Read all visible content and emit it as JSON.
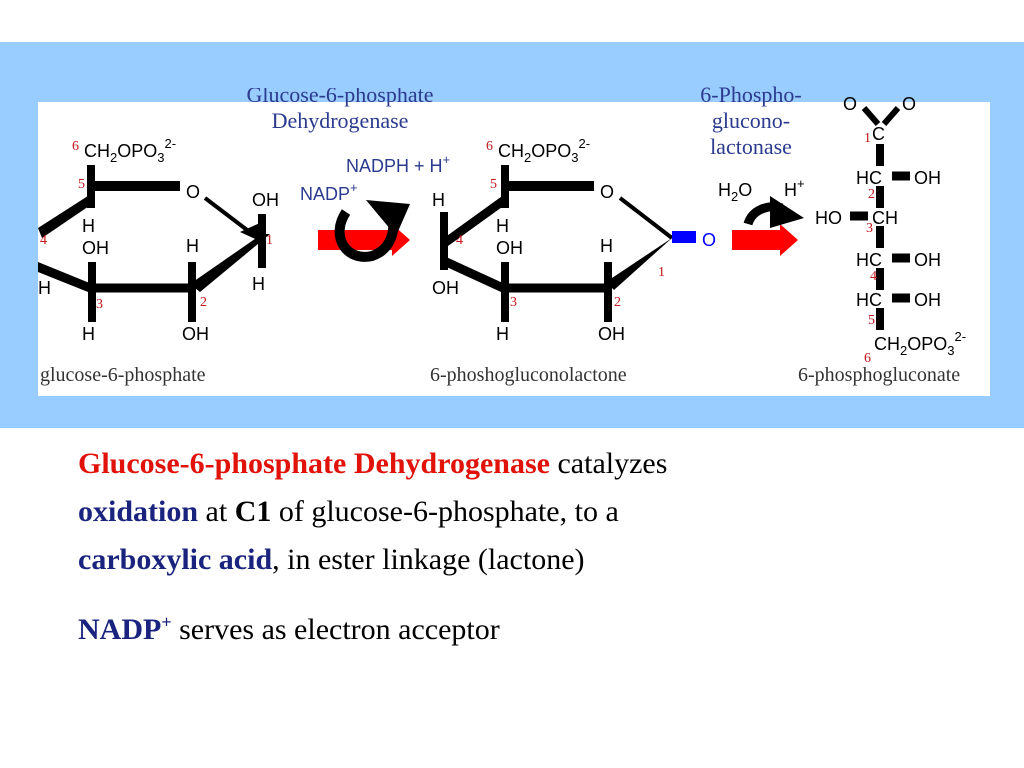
{
  "enzymes": {
    "g6pd_line1": "Glucose-6-phosphate",
    "g6pd_line2": "Dehydrogenase",
    "lactonase_line1": "6-Phospho-",
    "lactonase_line2": "glucono-",
    "lactonase_line3": "lactonase"
  },
  "captions": {
    "glucose": "glucose-6-phosphate",
    "lactone": "6-phoshogluconolactone",
    "gluconate": "6-phosphogluconate"
  },
  "cofactors": {
    "nadph": "NADPH + H",
    "nadp": "NADP",
    "water": "H",
    "proton": "H"
  },
  "ring_labels": {
    "ch2opo3": "CH",
    "atoms": [
      "O",
      "OH",
      "H",
      "OH",
      "H",
      "OH",
      "H",
      "H",
      "H"
    ],
    "carbon_numbers": [
      "1",
      "2",
      "3",
      "4",
      "5",
      "6"
    ]
  },
  "gluconate_labels": {
    "c1": "C",
    "hc": "HC",
    "oh": "OH",
    "ho": "HO",
    "ch": "CH",
    "o": "O"
  },
  "body_text": {
    "p1_enzyme": "Glucose-6-phosphate Dehydrogenase",
    "p1_a": " catalyzes",
    "p1_oxidation": "oxidation",
    "p1_b": " at ",
    "p1_c1": "C1",
    "p1_c": " of glucose-6-phosphate, to a",
    "p1_acid": "carboxylic acid",
    "p1_d": ", in ester linkage (lactone)",
    "p2_nadp": "NADP",
    "p2_sup": "+",
    "p2_rest": " serves as electron acceptor"
  },
  "colors": {
    "band": "#99ccff",
    "enzyme_text": "#2b3a8f",
    "highlight_red": "#e0120a",
    "highlight_blue": "#1a237e",
    "arrow_red": "#ff0000",
    "carbonyl_blue": "#0000ff"
  }
}
